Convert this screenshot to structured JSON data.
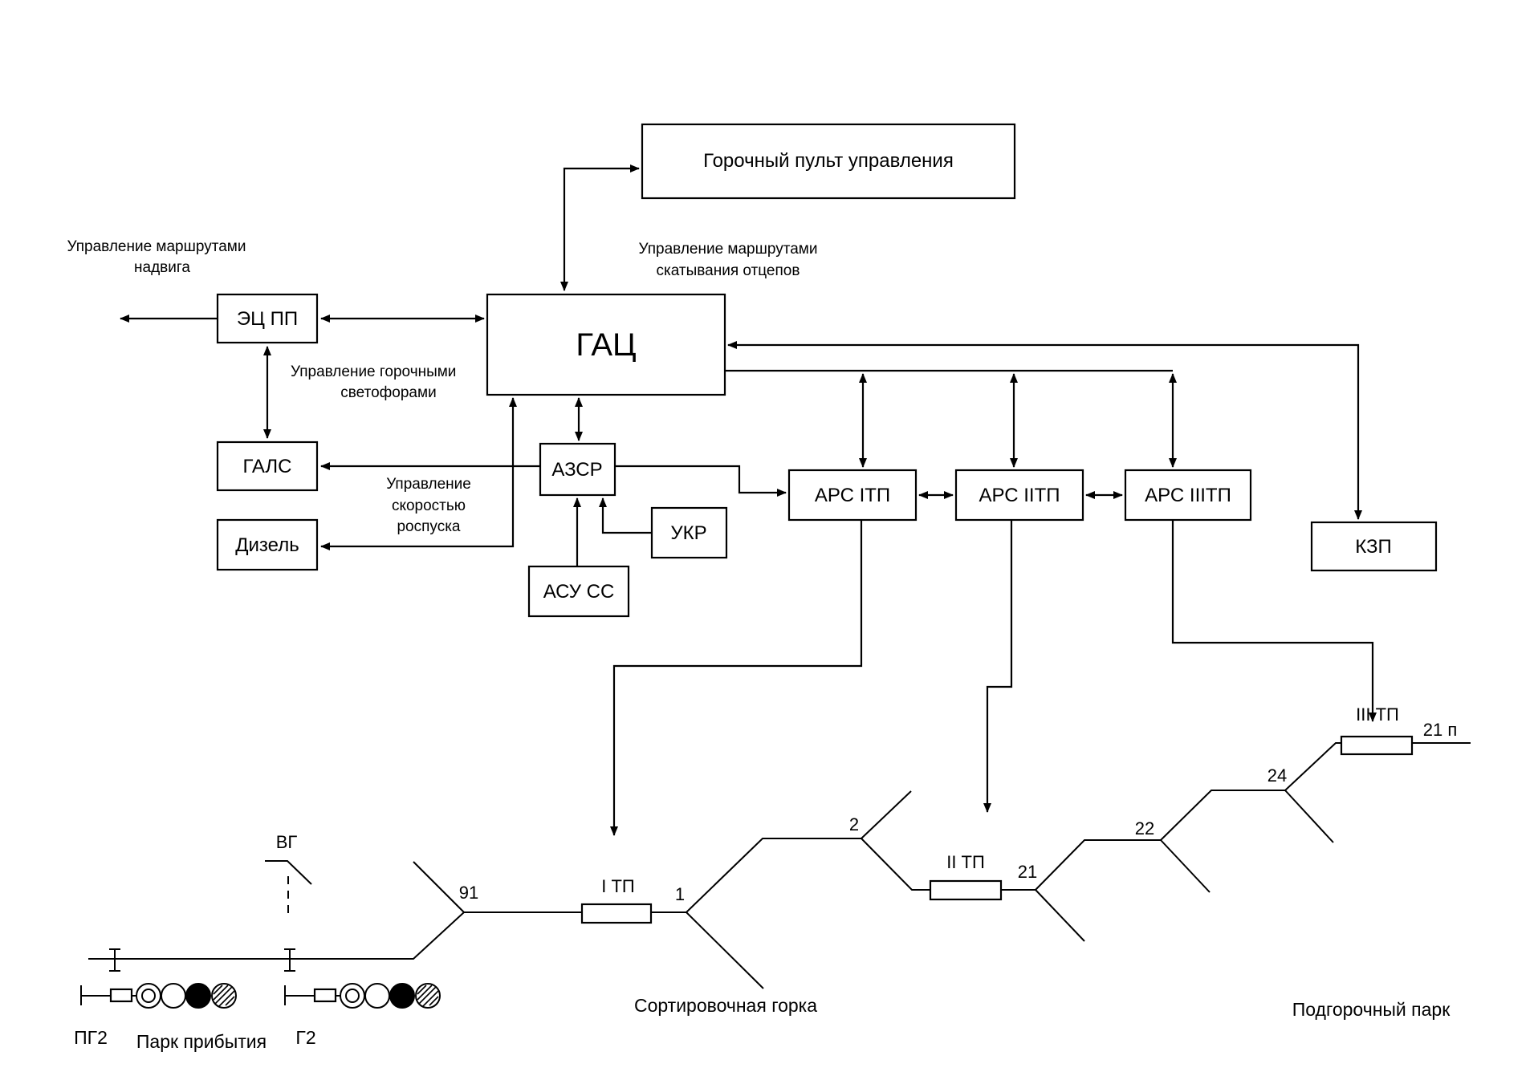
{
  "blocks": {
    "pult": "Горочный пульт управления",
    "gac": "ГАЦ",
    "ec_pp": "ЭЦ ПП",
    "gals": "ГАЛС",
    "dizel": "Дизель",
    "azsr": "АЗСР",
    "ukr": "УКР",
    "asu_ss": "АСУ СС",
    "ars1": "АРС IТП",
    "ars2": "АРС IIТП",
    "ars3": "АРС IIIТП",
    "kzp": "КЗП"
  },
  "notes": {
    "nadvig_1": "Управление маршрутами",
    "nadvig_2": "надвига",
    "skat_1": "Управление маршрутами",
    "skat_2": "скатывания отцепов",
    "svet_1": "Управление горочными",
    "svet_2": "светофорами",
    "skor_1": "Управление",
    "skor_2": "скоростью",
    "skor_3": "роспуска"
  },
  "track": {
    "tp1": "I ТП",
    "tp2": "II ТП",
    "tp3": "III ТП",
    "sw91": "91",
    "sw1": "1",
    "sw2": "2",
    "sw21": "21",
    "sw22": "22",
    "sw24": "24",
    "track_21p": "21 п",
    "vg": "ВГ",
    "pg2": "ПГ2",
    "g2": "Г2",
    "park_pribytiya": "Парк прибытия",
    "sort_gorka": "Сортировочная горка",
    "podgor_park": "Подгорочный парк"
  }
}
